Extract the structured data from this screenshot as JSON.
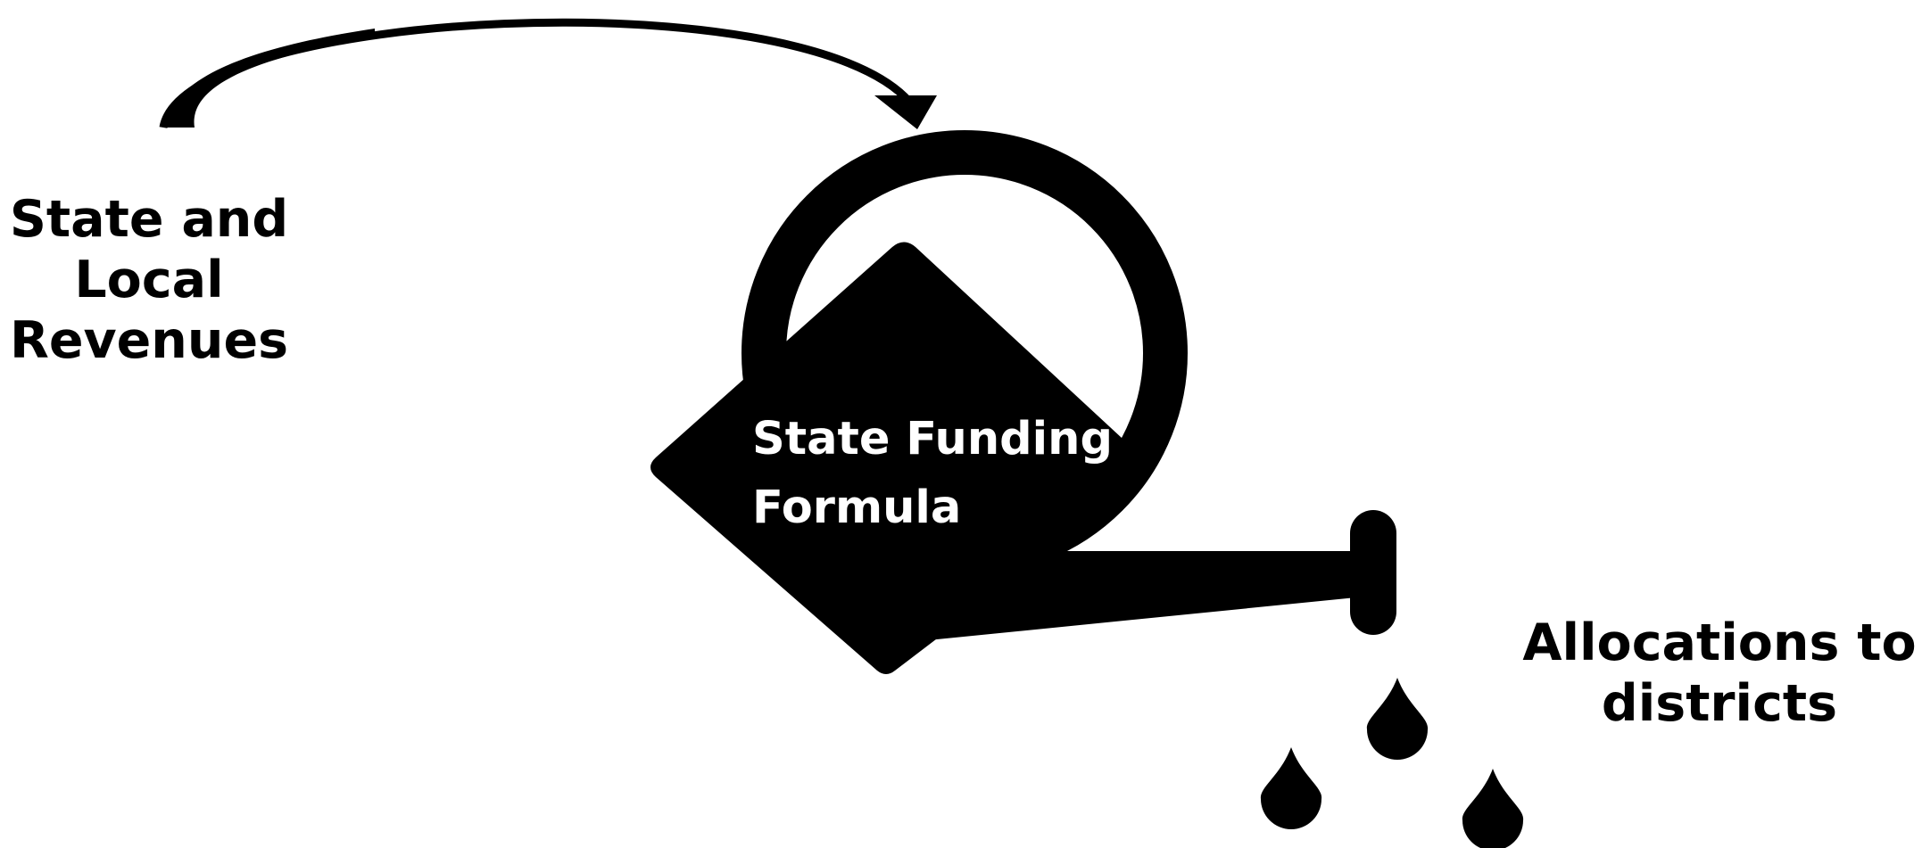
{
  "colors": {
    "background": "#ffffff",
    "ink": "#000000",
    "center_text": "#ffffff"
  },
  "diagram": {
    "source": {
      "lines": [
        "State and",
        "Local",
        "Revenues"
      ]
    },
    "center": {
      "lines": [
        "State Funding",
        "Formula"
      ],
      "icon": "watering-can-icon"
    },
    "target": {
      "lines": [
        "Allocations to",
        "districts"
      ]
    },
    "flow_arrow": "curved-arrow",
    "droplets": "water-drop-icon"
  }
}
